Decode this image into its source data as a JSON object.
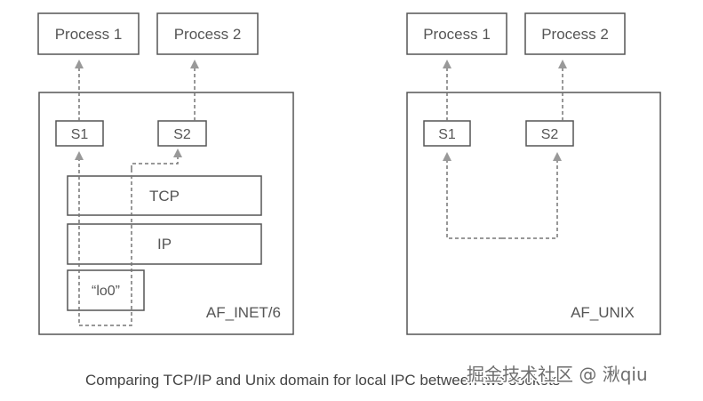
{
  "left_panel": {
    "process1": "Process 1",
    "process2": "Process 2",
    "socket1": "S1",
    "socket2": "S2",
    "tcp": "TCP",
    "ip": "IP",
    "loopback": "“lo0”",
    "domain_label": "AF_INET/6"
  },
  "right_panel": {
    "process1": "Process 1",
    "process2": "Process 2",
    "socket1": "S1",
    "socket2": "S2",
    "domain_label": "AF_UNIX"
  },
  "caption": "Comparing TCP/IP and Unix domain for local IPC between two sockets",
  "watermark": "掘金技术社区 @ 湫qiu",
  "colors": {
    "stroke": "#555555",
    "dashed": "#777777",
    "arrow": "#999999",
    "text": "#555555"
  }
}
